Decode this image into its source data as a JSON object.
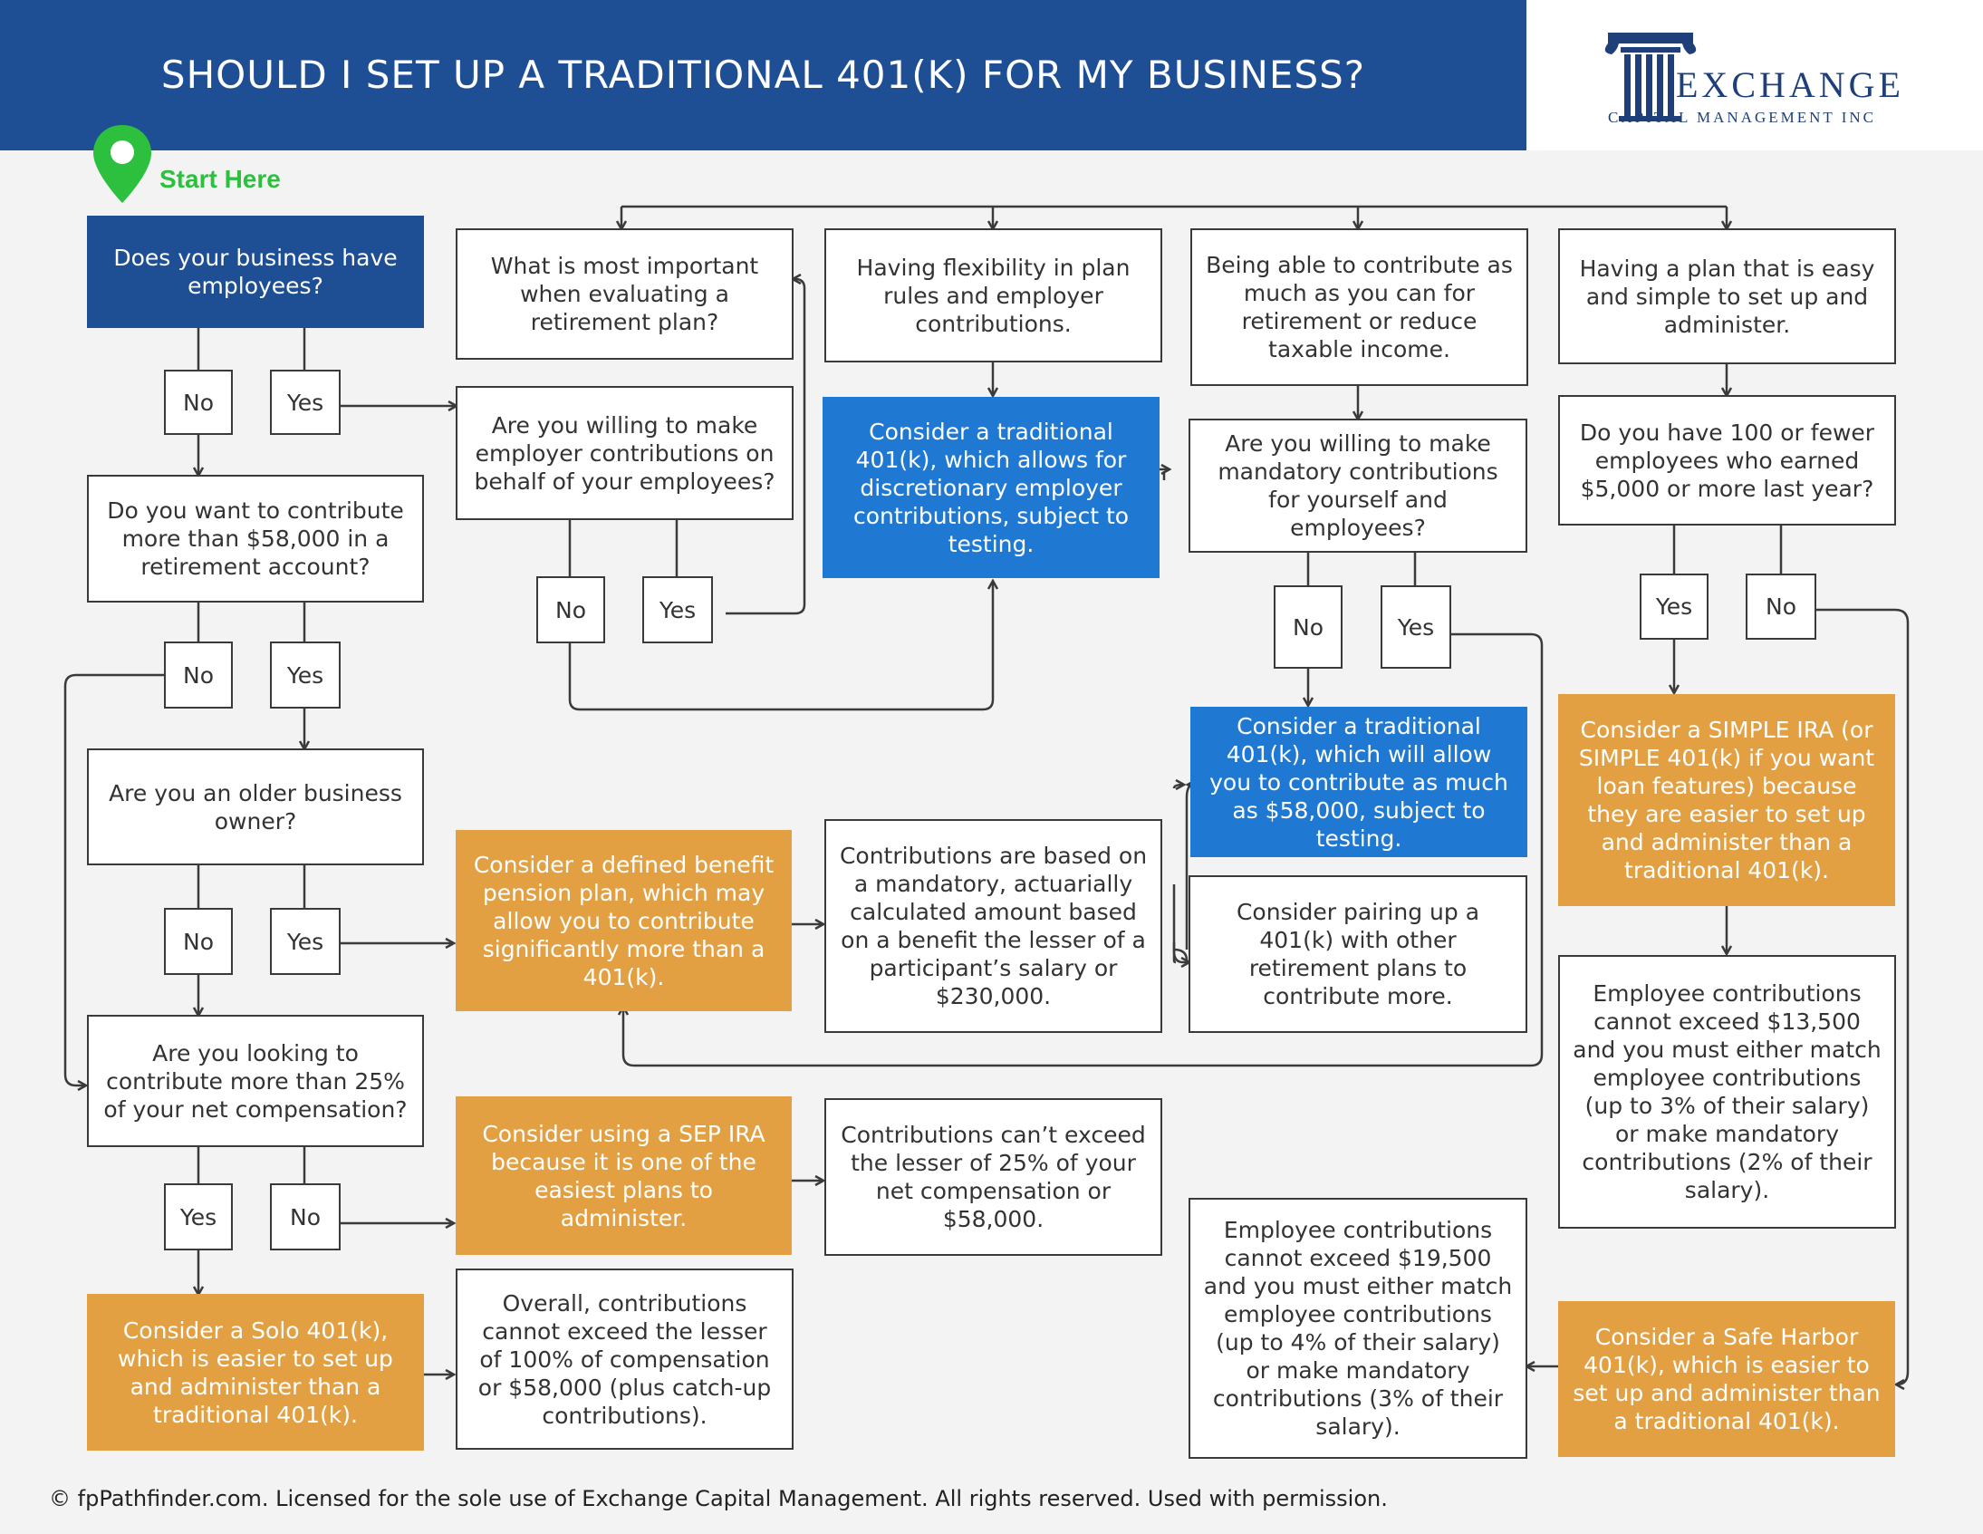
{
  "header": {
    "title": "SHOULD I SET UP A TRADITIONAL 401(K) FOR MY BUSINESS?",
    "logo_name": "EXCHANGE",
    "logo_subtitle": "CAPITAL MANAGEMENT INC"
  },
  "start_label": "Start Here",
  "nodes": {
    "q_employees": "Does your business have employees?",
    "q_contribute_58k": "Do you want to contribute more than $58,000 in a retirement account?",
    "q_older_owner": "Are you an older business owner?",
    "q_contribute_25": "Are you looking to contribute more than 25% of your net compensation?",
    "r_solo401k": "Consider a Solo 401(k), which is easier to set up and administer than a traditional 401(k).",
    "i_overall": "Overall, contributions cannot exceed the lesser of 100% of compensation or $58,000 (plus catch-up contributions).",
    "q_employer_contrib": "Are you willing to make employer contributions on behalf of your employees?",
    "q_important": "What is most important when evaluating a retirement plan?",
    "opt_flexibility": "Having flexibility in plan rules and employer contributions.",
    "r_trad_discretionary": "Consider a traditional 401(k), which allows for discretionary employer contributions, subject to testing.",
    "opt_contribute_max": "Being able to contribute as much as you can for retirement or reduce taxable income.",
    "q_mandatory": "Are you willing to make mandatory contributions for yourself and employees?",
    "r_trad_58k": "Consider a traditional 401(k), which will allow you to contribute as much as $58,000, subject to testing.",
    "r_pairing": "Consider pairing up a 401(k) with other retirement plans to contribute more.",
    "opt_easy": "Having a plan that is easy and simple to set up and administer.",
    "q_100_employees": "Do you have 100 or fewer employees who earned $5,000 or more last year?",
    "r_simple_ira": "Consider a SIMPLE IRA (or SIMPLE 401(k) if you want loan features) because they are easier to set up and administer than a traditional 401(k).",
    "i_simple_limits": "Employee contributions cannot exceed $13,500 and you must either match employee contributions (up to 3% of their salary) or make mandatory contributions (2% of their salary).",
    "r_safe_harbor": "Consider a Safe Harbor 401(k), which is easier to set up and administer than a traditional 401(k).",
    "i_safe_harbor_limits": "Employee contributions cannot exceed $19,500 and you must either match employee contributions (up to 4% of their salary) or make mandatory contributions (3% of their salary).",
    "r_defined_benefit": "Consider a defined benefit pension plan, which may allow you to contribute significantly more than a 401(k).",
    "i_defined_benefit": "Contributions are based on a mandatory, actuarially calculated amount based on a benefit the lesser of a participant’s salary or $230,000.",
    "r_sep_ira": "Consider using a SEP IRA because it is one of the easiest plans to administer.",
    "i_sep_limits": "Contributions can’t exceed the lesser of 25% of your net compensation or $58,000."
  },
  "answers": {
    "yes": "Yes",
    "no": "No"
  },
  "footer": "© fpPathfinder.com. Licensed for the sole use of Exchange Capital Management. All rights reserved. Used with permission.",
  "colors": {
    "header_navy": "#1e4e93",
    "result_blue": "#1f78d1",
    "result_orange": "#e3a043",
    "start_green": "#2dbf3e",
    "line_gray": "#3a3a3a"
  }
}
